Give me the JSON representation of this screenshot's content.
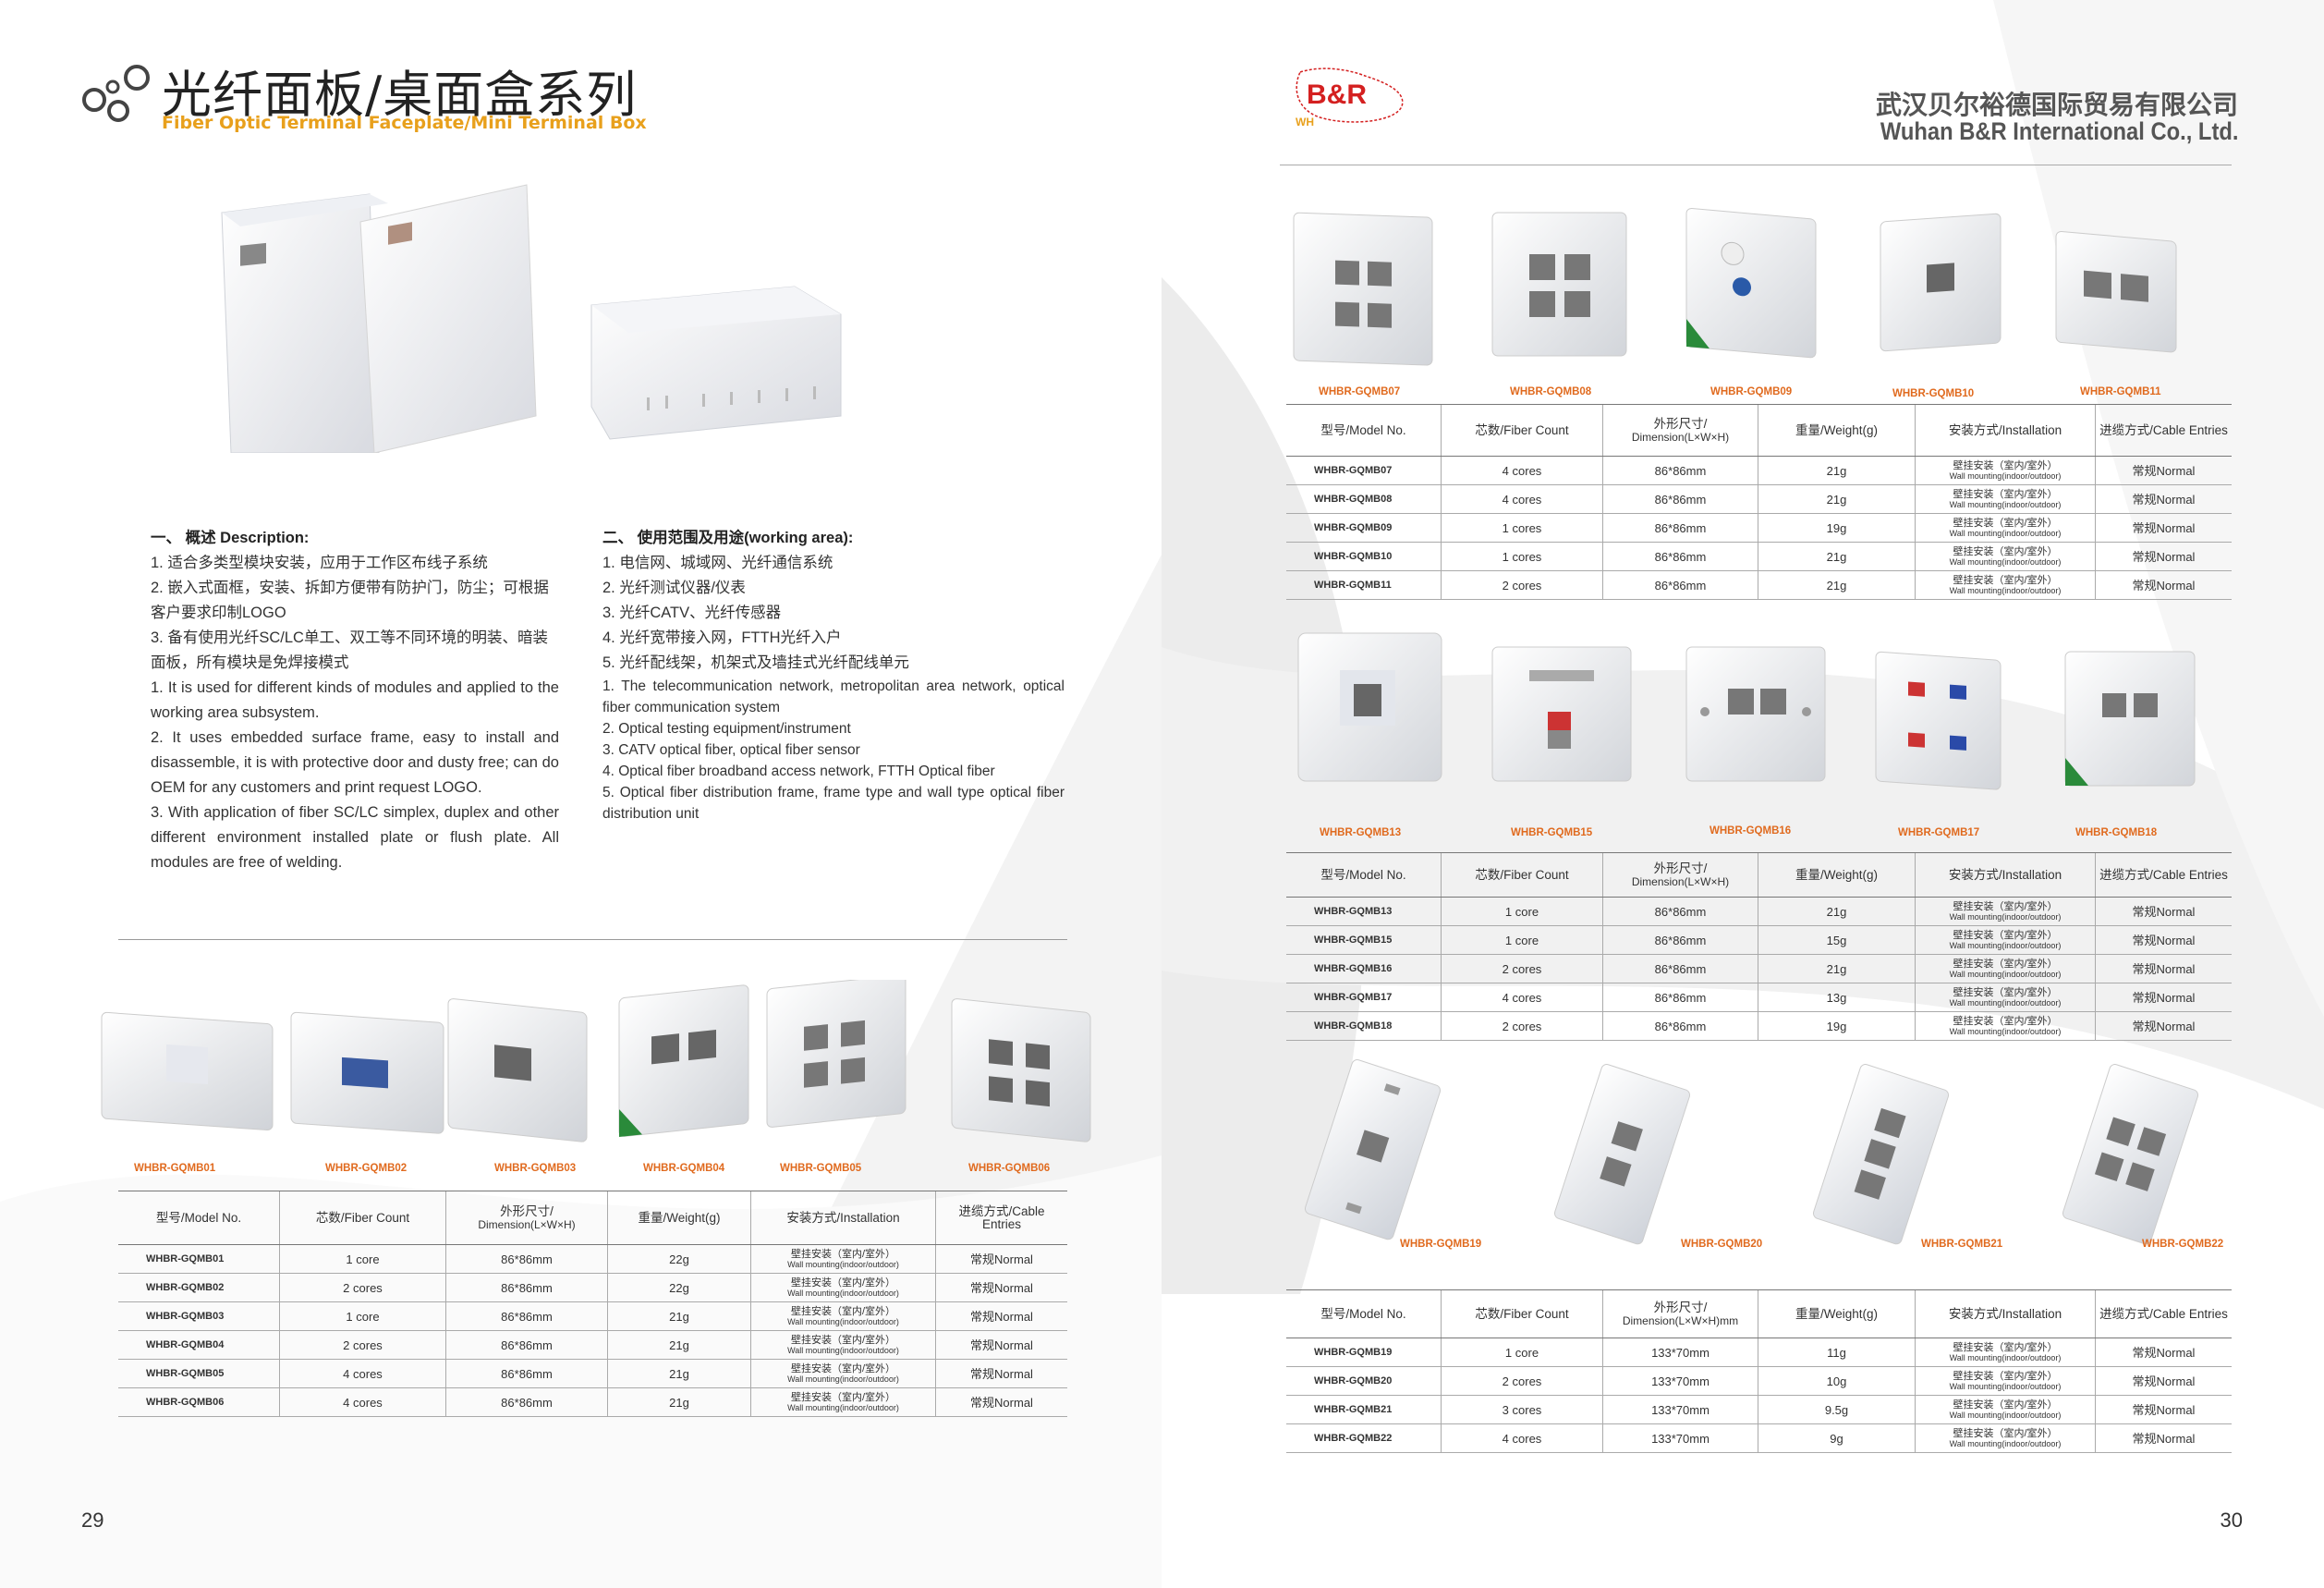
{
  "left_page": {
    "title_cn": "光纤面板/桌面盒系列",
    "title_en": "Fiber Optic Terminal Faceplate/Mini Terminal Box",
    "desc1": {
      "heading": "一、  概述 Description:",
      "items_cn": [
        "1.    适合多类型模块安装，应用于工作区布线子系统",
        "2.    嵌入式面框，安装、拆卸方便带有防护门，防尘；可根据客户要求印制LOGO",
        "3.    备有使用光纤SC/LC单工、双工等不同环境的明装、暗装面板，所有模块是免焊接模式"
      ],
      "items_en": [
        "1.    It is used for different kinds of modules and applied to the working area subsystem.",
        "2.    It uses embedded surface frame, easy to install and disassemble, it is with protective door and dusty free; can do OEM for any customers and print request LOGO.",
        "3.    With application of fiber SC/LC simplex, duplex and other different environment installed plate or flush plate. All modules are free of welding."
      ]
    },
    "desc2": {
      "heading": "二、  使用范围及用途(working area):",
      "items_cn": [
        "1.    电信网、城域网、光纤通信系统",
        "2.    光纤测试仪器/仪表",
        "3.    光纤CATV、光纤传感器",
        "4.    光纤宽带接入网，FTTH光纤入户",
        "5.    光纤配线架，机架式及墙挂式光纤配线单元"
      ],
      "items_en": [
        "1.    The telecommunication network, metropolitan area network, optical fiber communication system",
        "2.    Optical testing equipment/instrument",
        "3.    CATV optical fiber, optical fiber sensor",
        "4.    Optical fiber broadband access network, FTTH Optical fiber",
        "5.    Optical fiber distribution frame, frame type and wall type optical fiber distribution unit"
      ]
    },
    "product_labels": [
      "WHBR-GQMB01",
      "WHBR-GQMB02",
      "WHBR-GQMB03",
      "WHBR-GQMB04",
      "WHBR-GQMB05",
      "WHBR-GQMB06"
    ],
    "table": {
      "rows": [
        [
          "WHBR-GQMB01",
          "1 core",
          "86*86mm",
          "22g"
        ],
        [
          "WHBR-GQMB02",
          "2 cores",
          "86*86mm",
          "22g"
        ],
        [
          "WHBR-GQMB03",
          "1 core",
          "86*86mm",
          "21g"
        ],
        [
          "WHBR-GQMB04",
          "2 cores",
          "86*86mm",
          "21g"
        ],
        [
          "WHBR-GQMB05",
          "4 cores",
          "86*86mm",
          "21g"
        ],
        [
          "WHBR-GQMB06",
          "4 cores",
          "86*86mm",
          "21g"
        ]
      ]
    },
    "page_number": "29"
  },
  "right_page": {
    "logo_text": "B&R",
    "logo_sub": "WH",
    "company_cn": "武汉贝尔裕德国际贸易有限公司",
    "company_en": "Wuhan B&R International Co., Ltd.",
    "group1": {
      "labels": [
        "WHBR-GQMB07",
        "WHBR-GQMB08",
        "WHBR-GQMB09",
        "WHBR-GQMB10",
        "WHBR-GQMB11"
      ],
      "rows": [
        [
          "WHBR-GQMB07",
          "4 cores",
          "86*86mm",
          "21g"
        ],
        [
          "WHBR-GQMB08",
          "4 cores",
          "86*86mm",
          "21g"
        ],
        [
          "WHBR-GQMB09",
          "1 cores",
          "86*86mm",
          "19g"
        ],
        [
          "WHBR-GQMB10",
          "1 cores",
          "86*86mm",
          "21g"
        ],
        [
          "WHBR-GQMB11",
          "2 cores",
          "86*86mm",
          "21g"
        ]
      ]
    },
    "group2": {
      "labels": [
        "WHBR-GQMB13",
        "WHBR-GQMB15",
        "WHBR-GQMB16",
        "WHBR-GQMB17",
        "WHBR-GQMB18"
      ],
      "rows": [
        [
          "WHBR-GQMB13",
          "1 core",
          "86*86mm",
          "21g"
        ],
        [
          "WHBR-GQMB15",
          "1 core",
          "86*86mm",
          "15g"
        ],
        [
          "WHBR-GQMB16",
          "2 cores",
          "86*86mm",
          "21g"
        ],
        [
          "WHBR-GQMB17",
          "4 cores",
          "86*86mm",
          "13g"
        ],
        [
          "WHBR-GQMB18",
          "2 cores",
          "86*86mm",
          "19g"
        ]
      ]
    },
    "group3": {
      "labels": [
        "WHBR-GQMB19",
        "WHBR-GQMB20",
        "WHBR-GQMB21",
        "WHBR-GQMB22"
      ],
      "rows": [
        [
          "WHBR-GQMB19",
          "1 core",
          "133*70mm",
          "11g"
        ],
        [
          "WHBR-GQMB20",
          "2 cores",
          "133*70mm",
          "10g"
        ],
        [
          "WHBR-GQMB21",
          "3 cores",
          "133*70mm",
          "9.5g"
        ],
        [
          "WHBR-GQMB22",
          "4 cores",
          "133*70mm",
          "9g"
        ]
      ]
    },
    "page_number": "30"
  },
  "table_headers": {
    "model": "型号/Model No.",
    "fiber": "芯数/Fiber Count",
    "dim_cn": "外形尺寸/",
    "dim_en": "Dimension(L×W×H)",
    "dim_en_mm": "Dimension(L×W×H)mm",
    "weight": "重量/Weight(g)",
    "install": "安装方式/Installation",
    "cable": "进缆方式/Cable Entries"
  },
  "install_cn": "壁挂安装（室内/室外）",
  "install_en": "Wall mounting(indoor/outdoor)",
  "cable_value": "常规Normal",
  "colors": {
    "label_orange": "#e06a1e",
    "title_orange": "#e8a01c",
    "logo_red": "#d42020",
    "logo_blue": "#2040c0"
  }
}
